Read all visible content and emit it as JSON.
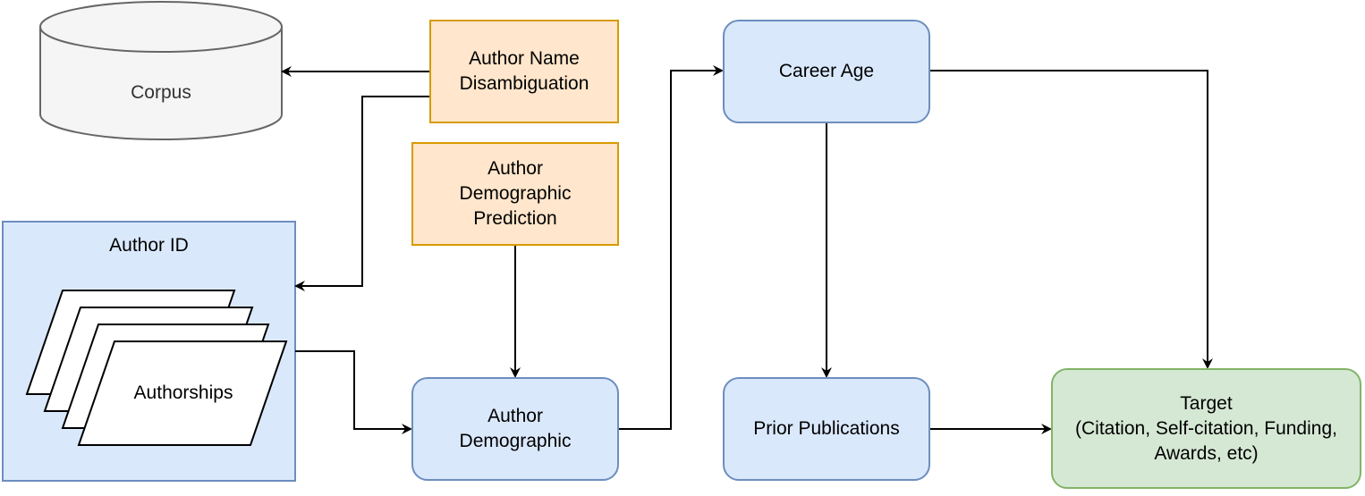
{
  "nodes": {
    "corpus": "Corpus",
    "author_name_disambiguation": "Author Name\nDisambiguation",
    "author_demographic_prediction": "Author\nDemographic\nPrediction",
    "author_id": "Author ID",
    "authorships": "Authorships",
    "author_demographic": "Author\nDemographic",
    "career_age": "Career Age",
    "prior_publications": "Prior Publications",
    "target": "Target\n(Citation, Self-citation, Funding,\nAwards, etc)"
  },
  "colors": {
    "orange_fill": "#ffe6cc",
    "orange_stroke": "#d79b00",
    "blue_fill": "#dae8fc",
    "blue_stroke": "#6c8ebf",
    "green_fill": "#d5e8d4",
    "green_stroke": "#82b366",
    "corpus_fill": "#f5f5f5",
    "corpus_stroke": "#666666"
  }
}
